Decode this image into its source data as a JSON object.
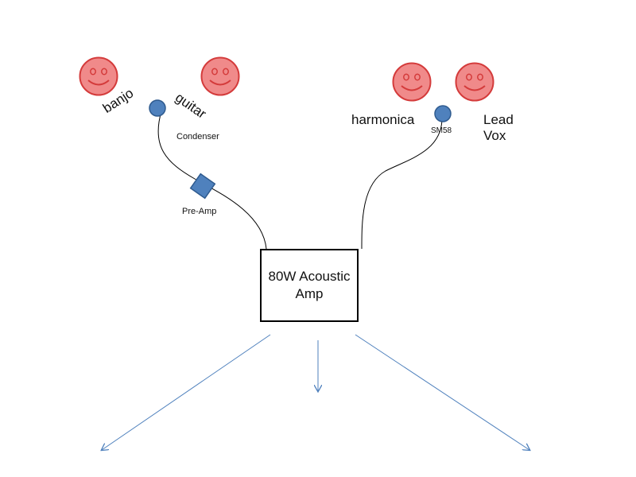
{
  "performers": [
    {
      "label": "banjo"
    },
    {
      "label": "guitar"
    },
    {
      "label": "harmonica"
    },
    {
      "label": "Lead Vox"
    }
  ],
  "microphones": [
    {
      "label": "Condenser"
    },
    {
      "label": "SM58"
    }
  ],
  "preamp": {
    "label": "Pre-Amp"
  },
  "amp": {
    "label": "80W Acoustic Amp"
  },
  "colors": {
    "face_fill": "#f08a8a",
    "face_stroke": "#d43b3b",
    "mic_fill": "#4f81bd",
    "mic_stroke": "#2f5b8f",
    "arrow": "#4f81bd",
    "cable": "#000000"
  },
  "icons": [
    "smiley-face-icon",
    "microphone-icon",
    "preamp-icon",
    "arrow-icon"
  ]
}
